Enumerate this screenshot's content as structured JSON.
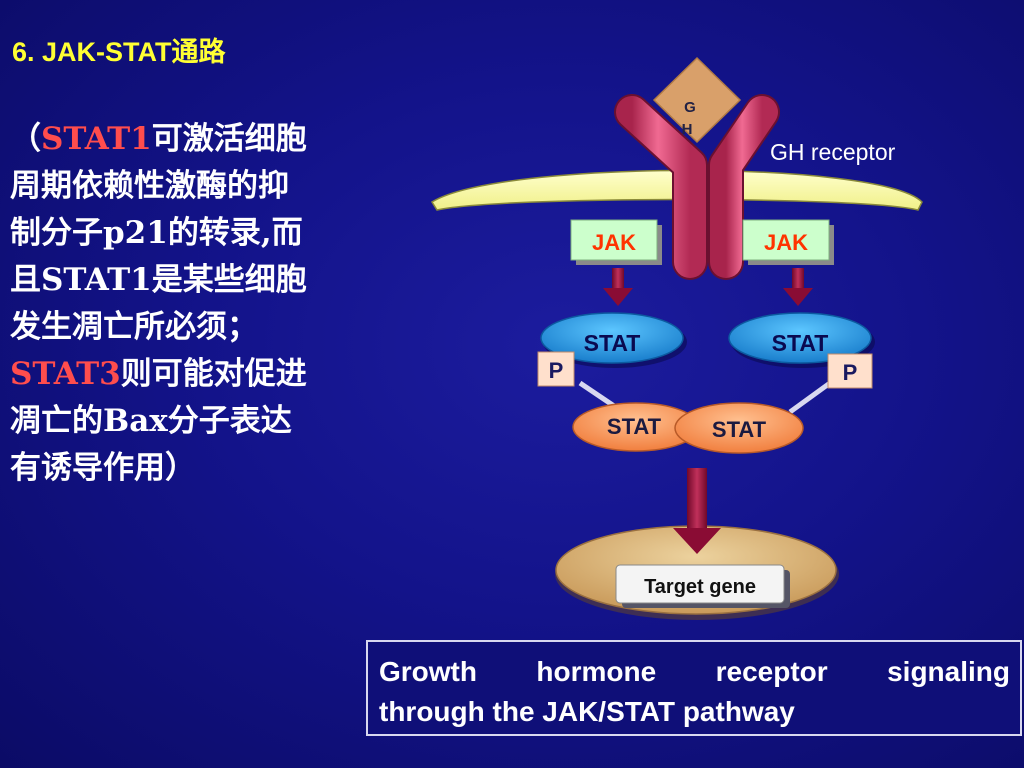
{
  "title": "6. JAK-STAT通路",
  "body": {
    "line1_pre": "（",
    "line1_hl": "STAT1",
    "line1_post": "可激活细胞",
    "line2": "周期依赖性激酶的抑",
    "line3": "制分子p21的转录,而",
    "line4": "且STAT1是某些细胞",
    "line5": "发生凋亡所必须；",
    "line6_hl": "STAT3",
    "line6_post": "则可能对促进",
    "line7": "凋亡的Bax分子表达",
    "line8": "有诱导作用）"
  },
  "diagram": {
    "gh_label": "GH",
    "receptor_label": "GH receptor",
    "jak_left": "JAK",
    "jak_right": "JAK",
    "stat_left": "STAT",
    "stat_right": "STAT",
    "p_left": "P",
    "p_right": "P",
    "dimer_left": "STAT",
    "dimer_right": "STAT",
    "target_gene": "Target gene"
  },
  "caption": {
    "line1": "Growth hormone receptor signaling",
    "line2": "through the JAK/STAT pathway"
  },
  "colors": {
    "title": "#ffff33",
    "highlight": "#ff4d4d",
    "jak_text": "#ff3300",
    "stat_blue": "#1a9ae0",
    "stat_orange": "#f58a4a",
    "receptor": "#e0507a",
    "membrane": "#ffffaa",
    "arrow": "#99103a"
  }
}
